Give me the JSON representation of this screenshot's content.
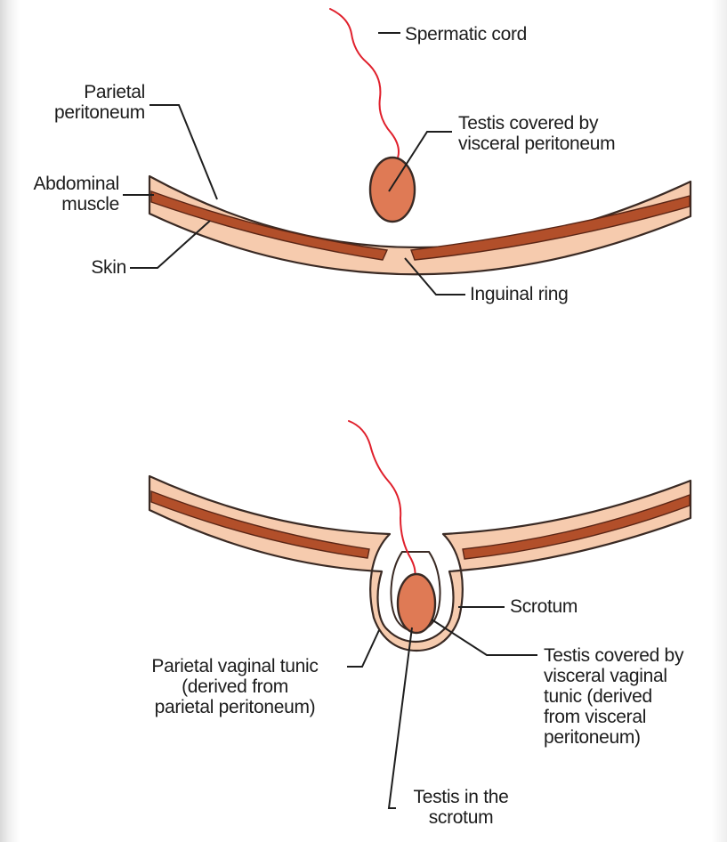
{
  "colors": {
    "tissue": "#f6cbae",
    "tissue_outline": "#3a2a24",
    "muscle": "#b24f2a",
    "testis": "#df7a55",
    "cord": "#e0202c",
    "leader": "#1e1e1e",
    "text": "#1c1c1c"
  },
  "top_diagram": {
    "labels": {
      "spermatic_cord": "Spermatic cord",
      "parietal_peritoneum": "Parietal\nperitoneum",
      "testis_visceral": "Testis covered by\nvisceral peritoneum",
      "abdominal_muscle": "Abdominal\nmuscle",
      "skin": "Skin",
      "inguinal_ring": "Inguinal ring"
    }
  },
  "bottom_diagram": {
    "labels": {
      "scrotum": "Scrotum",
      "parietal_vaginal_tunic": "Parietal vaginal tunic\n(derived from\nparietal peritoneum)",
      "testis_visceral_tunic": "Testis covered by\nvisceral vaginal\ntunic (derived\nfrom visceral\nperitoneum)",
      "testis_in_scrotum": "Testis in the\nscrotum"
    }
  }
}
